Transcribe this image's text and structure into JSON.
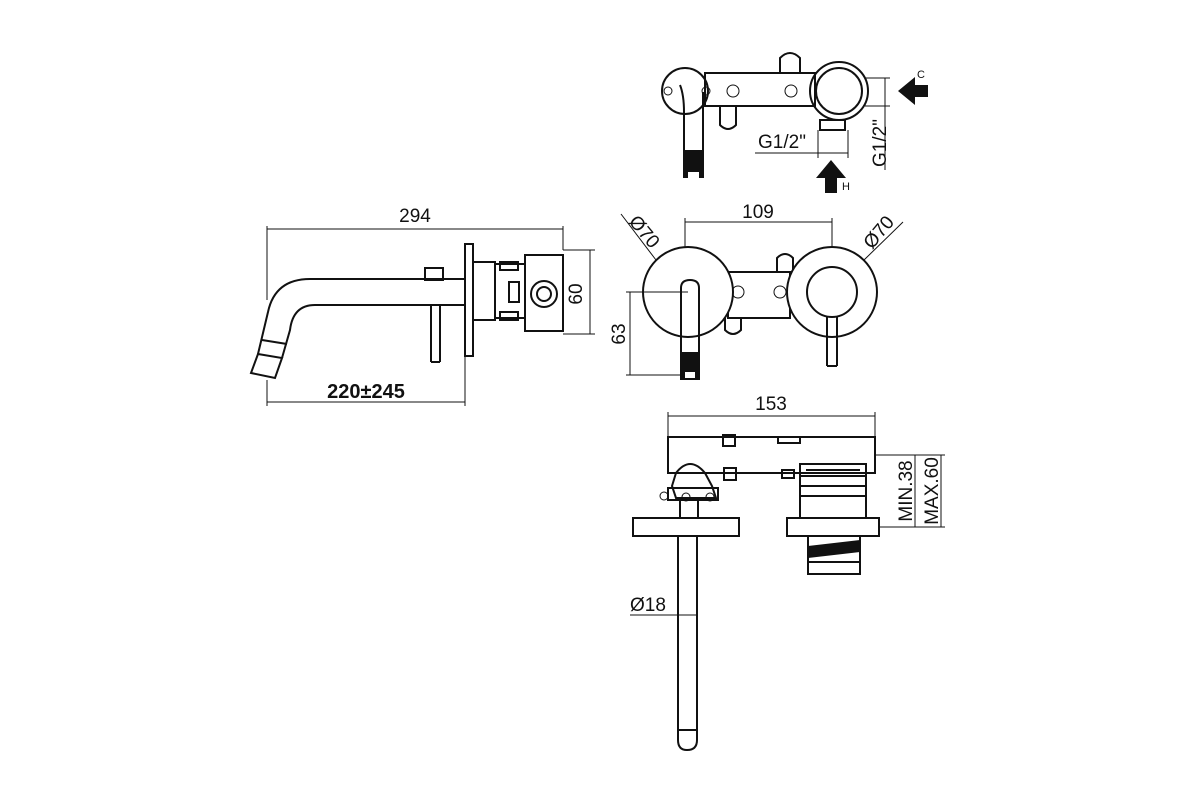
{
  "drawing": {
    "side_view": {
      "total_length": "294",
      "spout_length": "220±245",
      "plate_height": "60"
    },
    "top_view": {
      "cold_label": "C",
      "hot_label": "H",
      "inlet_horizontal": "G1/2\"",
      "inlet_vertical": "G1/2\""
    },
    "front_view": {
      "center_distance": "109",
      "left_plate_diameter": "Ø70",
      "right_plate_diameter": "Ø70",
      "spout_height": "63"
    },
    "plan_view": {
      "body_width": "153",
      "min_depth": "MIN.38",
      "max_depth": "MAX.60",
      "spout_diameter": "Ø18"
    }
  }
}
